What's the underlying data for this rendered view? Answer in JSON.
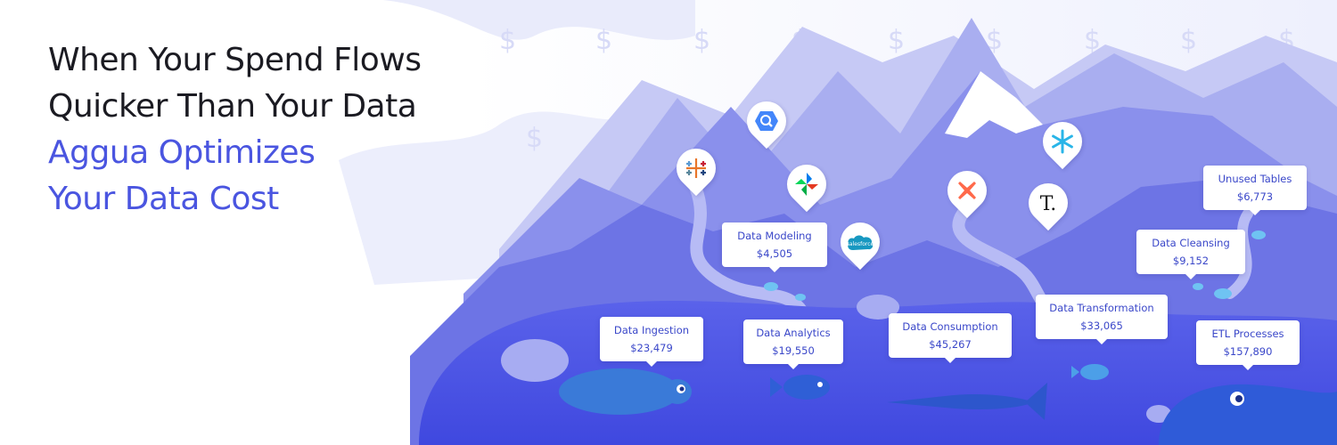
{
  "headline": {
    "line1": "When Your Spend Flows",
    "line2": "Quicker Than Your Data",
    "line3": "Aggua Optimizes",
    "line4": "Your Data Cost"
  },
  "currency_symbol": "$",
  "colors": {
    "headline_dark": "#1b1b22",
    "headline_accent": "#4a55e0",
    "card_text": "#3a47c9",
    "mountain_light": "#c3c6f4",
    "mountain_mid": "#7f86ea",
    "mountain_dark": "#5c63e0",
    "water": "#4a52e6"
  },
  "cards": [
    {
      "label": "Unused Tables",
      "value": "$6,773"
    },
    {
      "label": "Data Modeling",
      "value": "$4,505"
    },
    {
      "label": "Data Cleansing",
      "value": "$9,152"
    },
    {
      "label": "Data Transformation",
      "value": "$33,065"
    },
    {
      "label": "Data Ingestion",
      "value": "$23,479"
    },
    {
      "label": "Data Analytics",
      "value": "$19,550"
    },
    {
      "label": "Data Consumption",
      "value": "$45,267"
    },
    {
      "label": "ETL Processes",
      "value": "$157,890"
    }
  ],
  "integrations": [
    {
      "icon": "tableau-icon"
    },
    {
      "icon": "bigquery-icon"
    },
    {
      "icon": "airflow-icon"
    },
    {
      "icon": "salesforce-icon",
      "text": "salesforce"
    },
    {
      "icon": "dbt-icon"
    },
    {
      "icon": "snowflake-icon"
    },
    {
      "icon": "typedb-icon",
      "text": "T."
    }
  ],
  "creatures": [
    "turtle",
    "fish",
    "swordfish",
    "fish",
    "whale"
  ]
}
